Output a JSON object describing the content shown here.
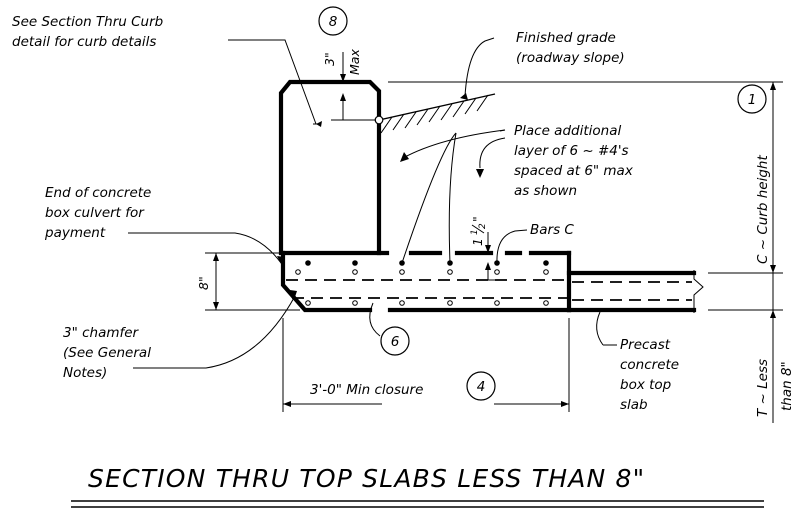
{
  "notes": {
    "curb_detail": [
      "See Section Thru Curb",
      "detail for curb details"
    ],
    "finished_grade": [
      "Finished grade",
      "(roadway slope)"
    ],
    "additional_layer": [
      "Place additional",
      "layer of 6 ~ #4's",
      "spaced at 6\" max",
      "as shown"
    ],
    "end_of_culvert": [
      "End of concrete",
      "box culvert for",
      "payment"
    ],
    "bars_c": "Bars C",
    "chamfer": [
      "3\" chamfer",
      "(See General",
      "Notes)"
    ],
    "precast": [
      "Precast",
      "concrete",
      "box top",
      "slab"
    ]
  },
  "dimensions": {
    "max_3in_value": "3\"",
    "max_3in_label": "Max",
    "spacing_1half_whole": "1",
    "spacing_1half_num": "1",
    "spacing_1half_den": "2",
    "spacing_1half_inch": "\"",
    "slab_8in": "8\"",
    "min_closure": "3'-0\" Min closure",
    "curb_height": "C ~ Curb height",
    "t_less_line1": "T ~ Less",
    "t_less_line2": "than 8\""
  },
  "callouts": {
    "c8": "8",
    "c1": "1",
    "c6": "6",
    "c4": "4"
  },
  "title": "SECTION THRU TOP SLABS LESS THAN 8\""
}
